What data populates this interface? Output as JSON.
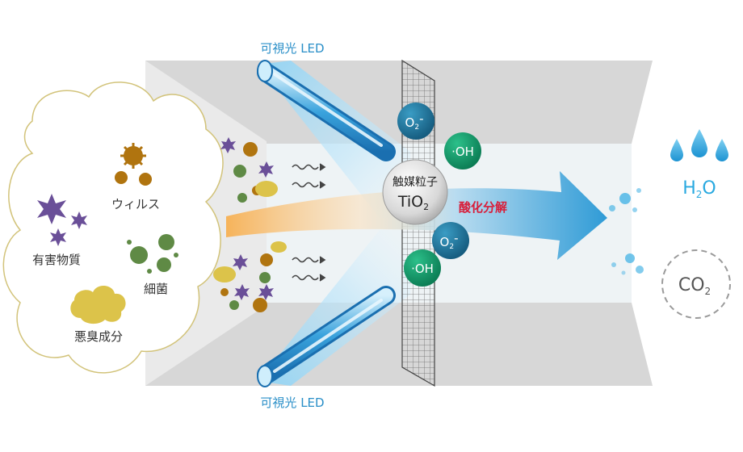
{
  "led_top": "可視光 LED",
  "led_bottom": "可視光 LED",
  "pollutants": {
    "virus": "ウィルス",
    "harmful": "有害物質",
    "bacteria": "細菌",
    "odor": "悪臭成分"
  },
  "catalyst": {
    "label": "触媒粒子",
    "formula": "TiO",
    "subscript": "2"
  },
  "ions": {
    "superoxide": "O",
    "superoxide_sub": "2",
    "superoxide_charge": "-",
    "hydroxyl": "·OH"
  },
  "process": "酸化分解",
  "products": {
    "water": "H",
    "water_sub": "2",
    "water_end": "O",
    "co2": "CO",
    "co2_sub": "2"
  },
  "colors": {
    "led_label": "#2a8fc8",
    "process_label": "#d81e3a",
    "ion_blue": "#1e6f96",
    "ion_green": "#0f9a6a",
    "virus": "#b0740f",
    "harmful": "#6a4f98",
    "bacteria": "#5f8a45",
    "odor": "#dcc34a",
    "water": "#29a9e0"
  }
}
